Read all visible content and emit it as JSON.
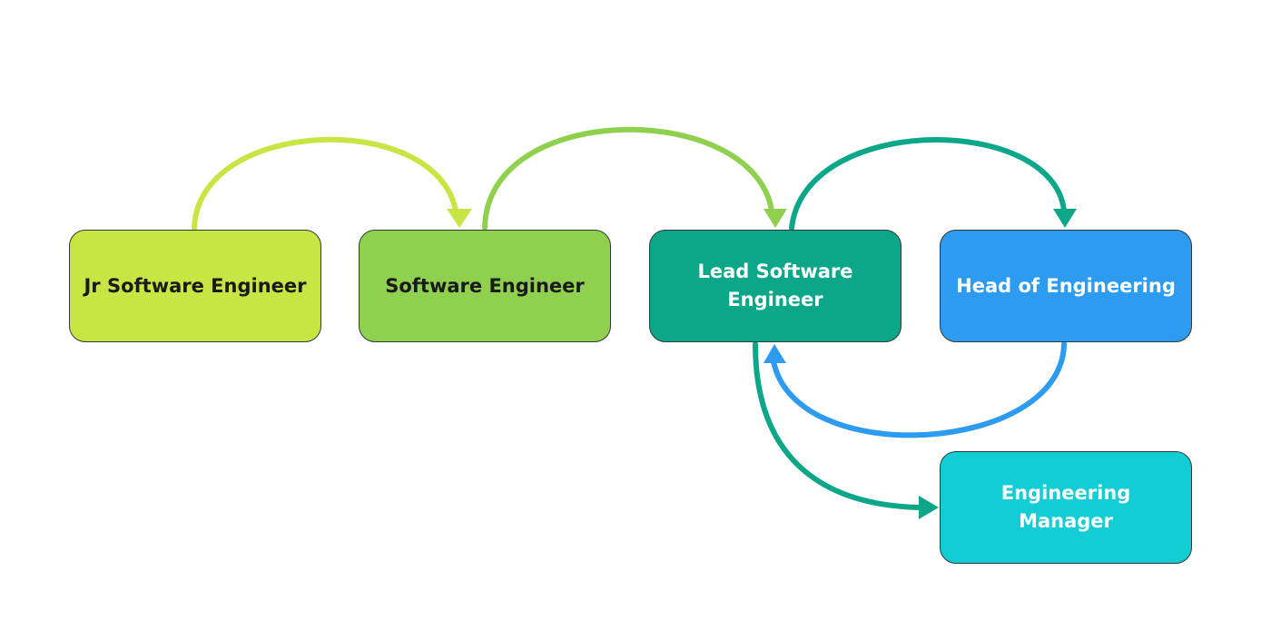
{
  "nodes": {
    "jr": {
      "label": "Jr Software Engineer",
      "color": "#c9e544",
      "text_color": "#1a1a1a"
    },
    "swe": {
      "label": "Software Engineer",
      "color": "#8fd14f",
      "text_color": "#1a1a1a"
    },
    "lead": {
      "label": "Lead Software Engineer",
      "color": "#0ca789",
      "text_color": "#ffffff"
    },
    "head": {
      "label": "Head of Engineering",
      "color": "#2d9bf0",
      "text_color": "#ffffff"
    },
    "em": {
      "label": "Engineering Manager",
      "color": "#12cdd4",
      "text_color": "#ffffff"
    }
  },
  "edges": [
    {
      "from": "jr",
      "to": "swe",
      "color": "#c9e544"
    },
    {
      "from": "swe",
      "to": "lead",
      "color": "#8fd14f"
    },
    {
      "from": "lead",
      "to": "head",
      "color": "#0ca789"
    },
    {
      "from": "head",
      "to": "lead",
      "color": "#2d9bf0"
    },
    {
      "from": "lead",
      "to": "em",
      "color": "#0ca789"
    }
  ]
}
